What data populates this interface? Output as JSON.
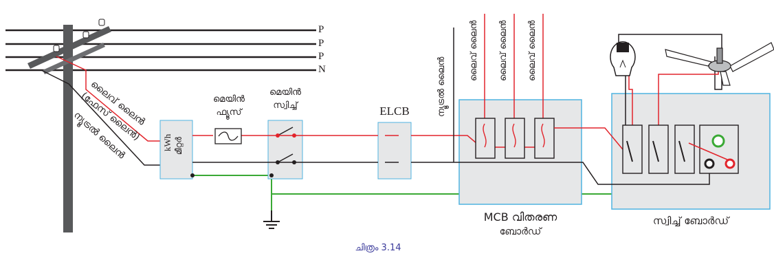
{
  "labels": {
    "line_p1": "P",
    "line_p2": "P",
    "line_p3": "P",
    "line_n": "N",
    "live_line": "ലൈവ് ലൈൻ",
    "phase_line": "(ഫേസ് ലൈൻ)",
    "neutral_line_pole": "ന്യൂട്രൽ ലൈൻ",
    "meter_kwh": "kWh",
    "meter_word": "മീറ്റർ",
    "main_fuse_1": "മെയിൻ",
    "main_fuse_2": "ഫ്യൂസ്",
    "main_switch_1": "മെയിൻ",
    "main_switch_2": "സ്വിച്ച്",
    "elcb": "ELCB",
    "neutral_line_vertical": "ന്യൂട്രൽ ലൈൻ",
    "live_line_1": "ലൈവ് ലൈൻ",
    "live_line_2": "ലൈവ് ലൈൻ",
    "live_line_3": "ലൈവ് ലൈൻ",
    "mcb_board_1": "MCB വിതരണ",
    "mcb_board_2": "ബോർഡ്",
    "switch_board": "സ്വിച്ച് ബോർഡ്",
    "figure_caption": "ചിത്രം  3.14"
  },
  "colors": {
    "live_wire": "#e2242b",
    "neutral_wire": "#231f20",
    "earth_wire": "#3aa935",
    "box_fill": "#e6e7e8",
    "box_border": "#4fb3e0",
    "pole": "#58595b",
    "caption": "#3b3b9b"
  },
  "icons": [
    "utility-pole",
    "energy-meter",
    "fuse-symbol",
    "switch-symbol",
    "earth-symbol",
    "bulb-icon",
    "ceiling-fan-icon",
    "socket-icon"
  ]
}
